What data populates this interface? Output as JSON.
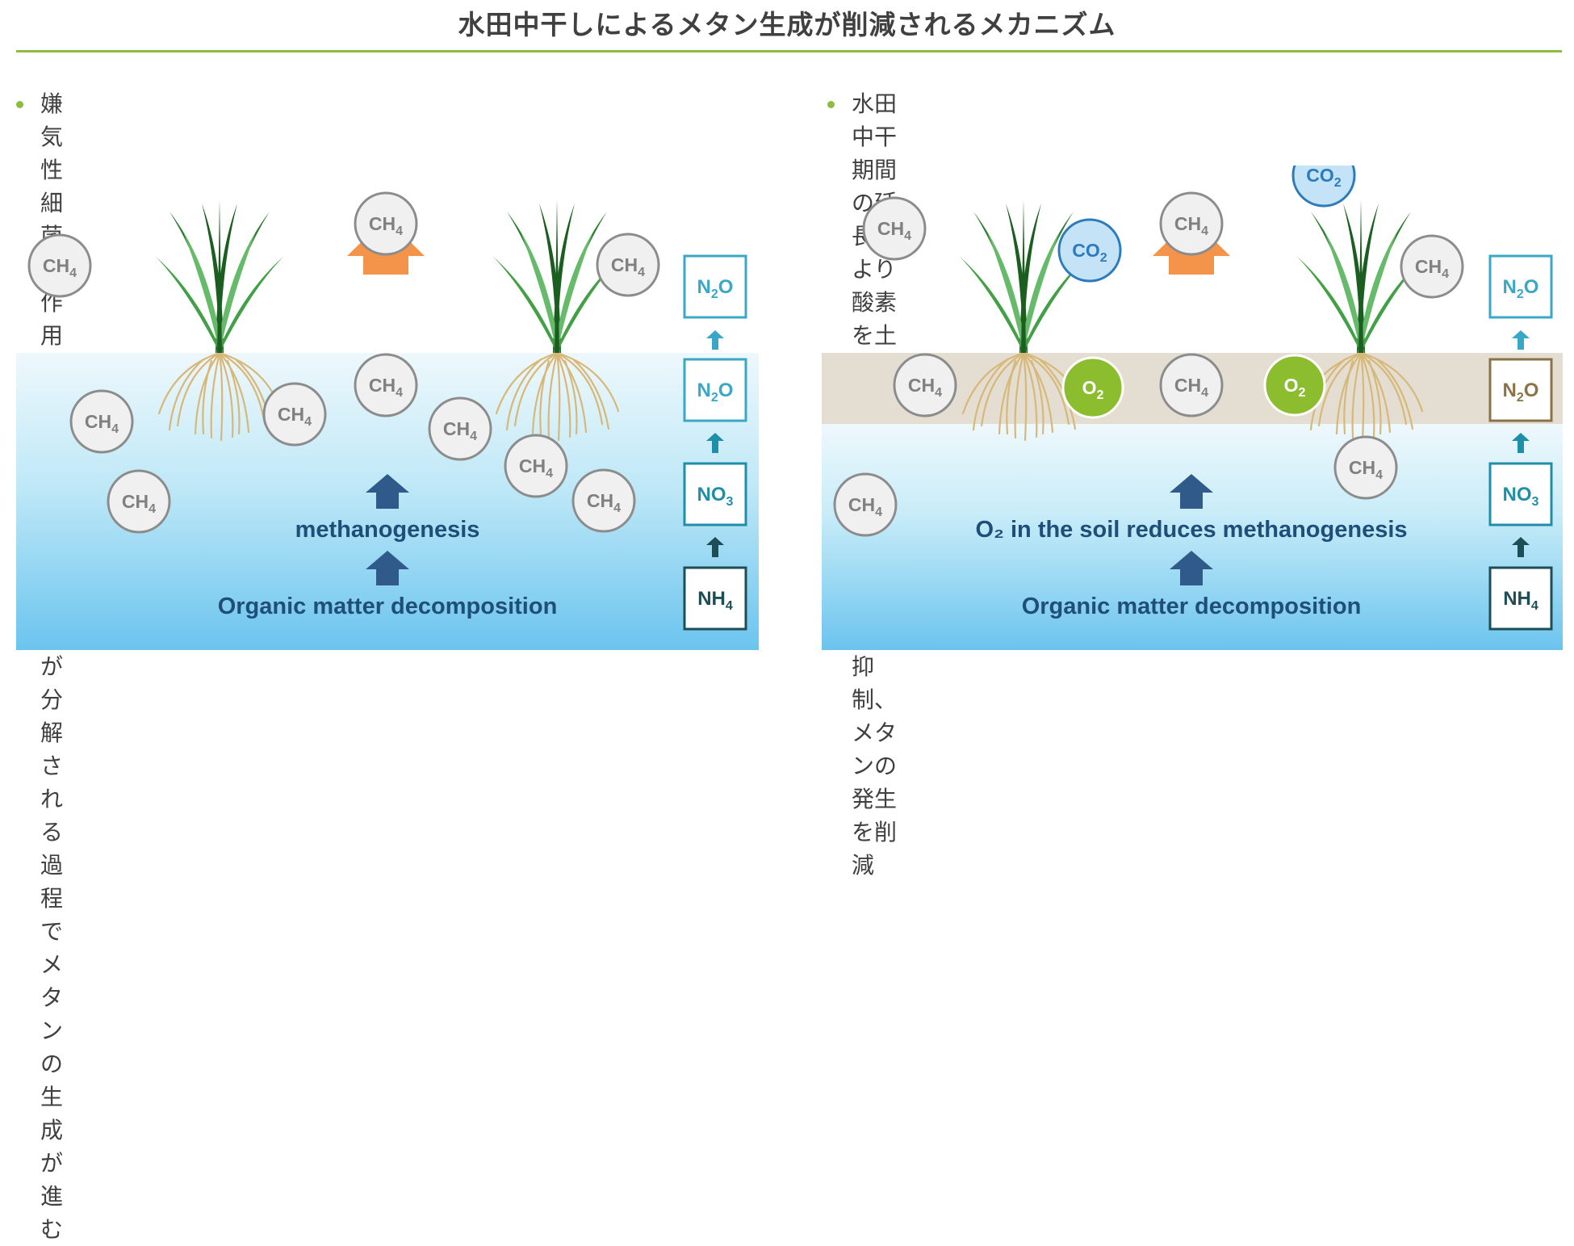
{
  "title": "水田中干しによるメタン生成が削減されるメカニズム",
  "colors": {
    "accent_green": "#8cbd3f",
    "water_top": "#e8f6fb",
    "water_bottom": "#6bc4ee",
    "soil_band": "#e3ded1",
    "ch4_fill": "#f0f0f0",
    "ch4_stroke": "#8c8c8c",
    "co2_fill": "#c5e3f6",
    "co2_stroke": "#2b7bbd",
    "o2_fill": "#8cbd2f",
    "orange_arrow": "#f4934a",
    "navy_arrow": "#2f5a8a",
    "teal_arrow": "#3aa7c6"
  },
  "left_panel": {
    "bullet_line1": "嫌気性細菌の作用により、土壌の有機物が分解される過程でメ",
    "bullet_line2": "タンの生成が進む",
    "label_process": "methanogenesis",
    "label_source": "Organic matter decomposition",
    "chain": [
      "N₂O",
      "N₂O",
      "NO₃",
      "NH₄"
    ],
    "ch4": "CH₄"
  },
  "right_panel": {
    "bullet_line1": "水田中干期間の延長により酸素を土壌に晒すことにより嫌気性",
    "bullet_line2": "細菌の作用を抑制、メタンの発生を削減",
    "label_process": "O₂ in the soil reduces methanogenesis",
    "label_source": "Organic matter decomposition",
    "chain": [
      "N₂O",
      "N₂O",
      "NO₃",
      "NH₄"
    ],
    "ch4": "CH₄",
    "co2": "CO₂",
    "o2": "O₂"
  }
}
